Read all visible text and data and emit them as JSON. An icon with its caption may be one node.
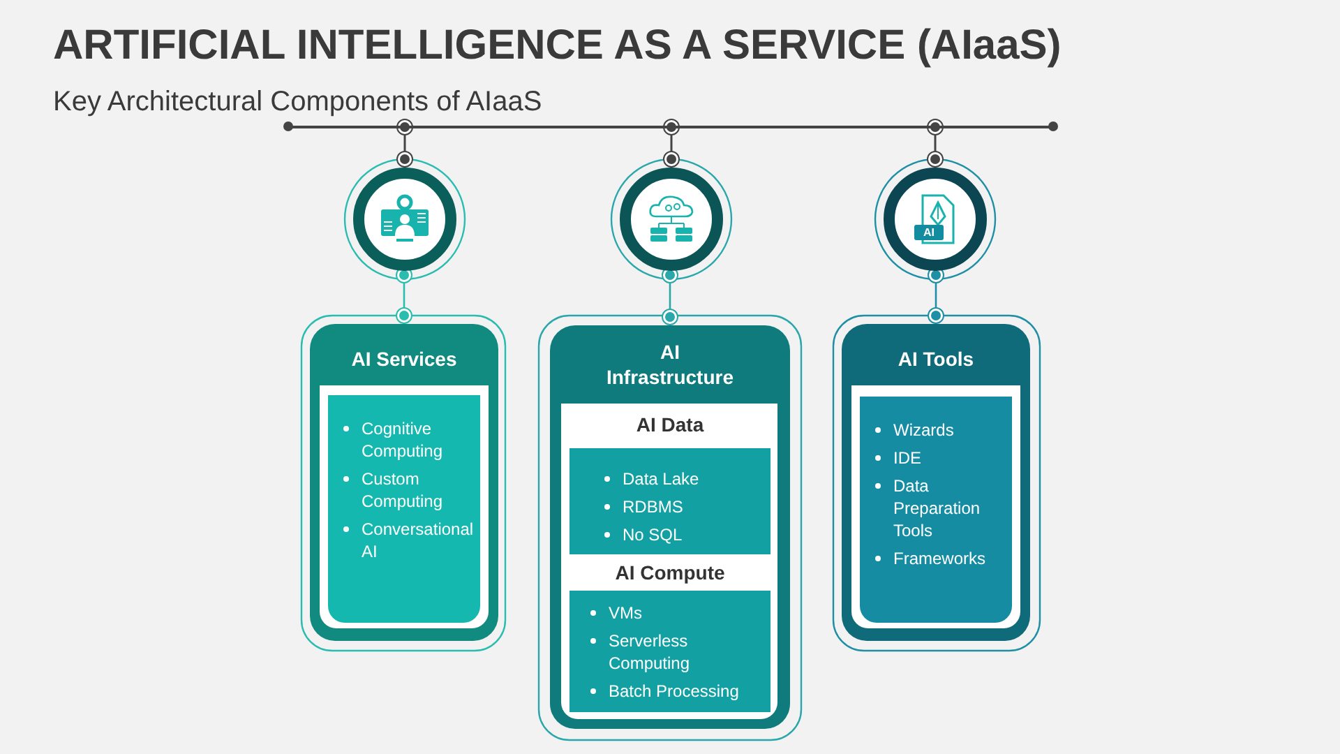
{
  "diagram": {
    "title": "ARTIFICIAL INTELLIGENCE AS A SERVICE (AIaaS)",
    "caption": "Key Architectural Components of AIaaS",
    "nodes": [
      {
        "text": [],
        "shape": "bar"
      },
      {
        "text": [],
        "shape": "circle"
      },
      {
        "text": [
          "AI Services"
        ]
      },
      {
        "text": [
          "Cognitive Computing",
          "Custom Computing",
          "Conversational AI"
        ],
        "in": 2
      },
      {
        "text": [],
        "shape": "circle"
      },
      {
        "text": [
          "AI Infrastructure"
        ]
      },
      {
        "text": [
          "AI Data",
          "Data Lake",
          "RDBMS",
          "No SQL"
        ],
        "in": 5
      },
      {
        "text": [
          "AI Compute",
          "VMs",
          "Serverless Computing",
          "Batch Processing"
        ],
        "in": 5
      },
      {
        "text": [],
        "shape": "circle"
      },
      {
        "text": [
          "AI Tools"
        ]
      },
      {
        "text": [
          "Wizards",
          "IDE",
          "Data Preparation Tools",
          "Frameworks"
        ],
        "in": 9
      }
    ],
    "edges": [
      {
        "from": 0,
        "to": 1,
        "arrow": "other"
      },
      {
        "from": 0,
        "to": 4,
        "arrow": "other"
      },
      {
        "from": 0,
        "to": 8,
        "arrow": "other"
      },
      {
        "from": 1,
        "to": 2,
        "arrow": "other",
        "color": "#2bbcb0"
      },
      {
        "from": 4,
        "to": 5,
        "arrow": "other",
        "color": "#2aa7ab"
      },
      {
        "from": 8,
        "to": 9,
        "arrow": "other",
        "color": "#1f8fa5"
      }
    ],
    "labels": [
      "AI"
    ]
  }
}
